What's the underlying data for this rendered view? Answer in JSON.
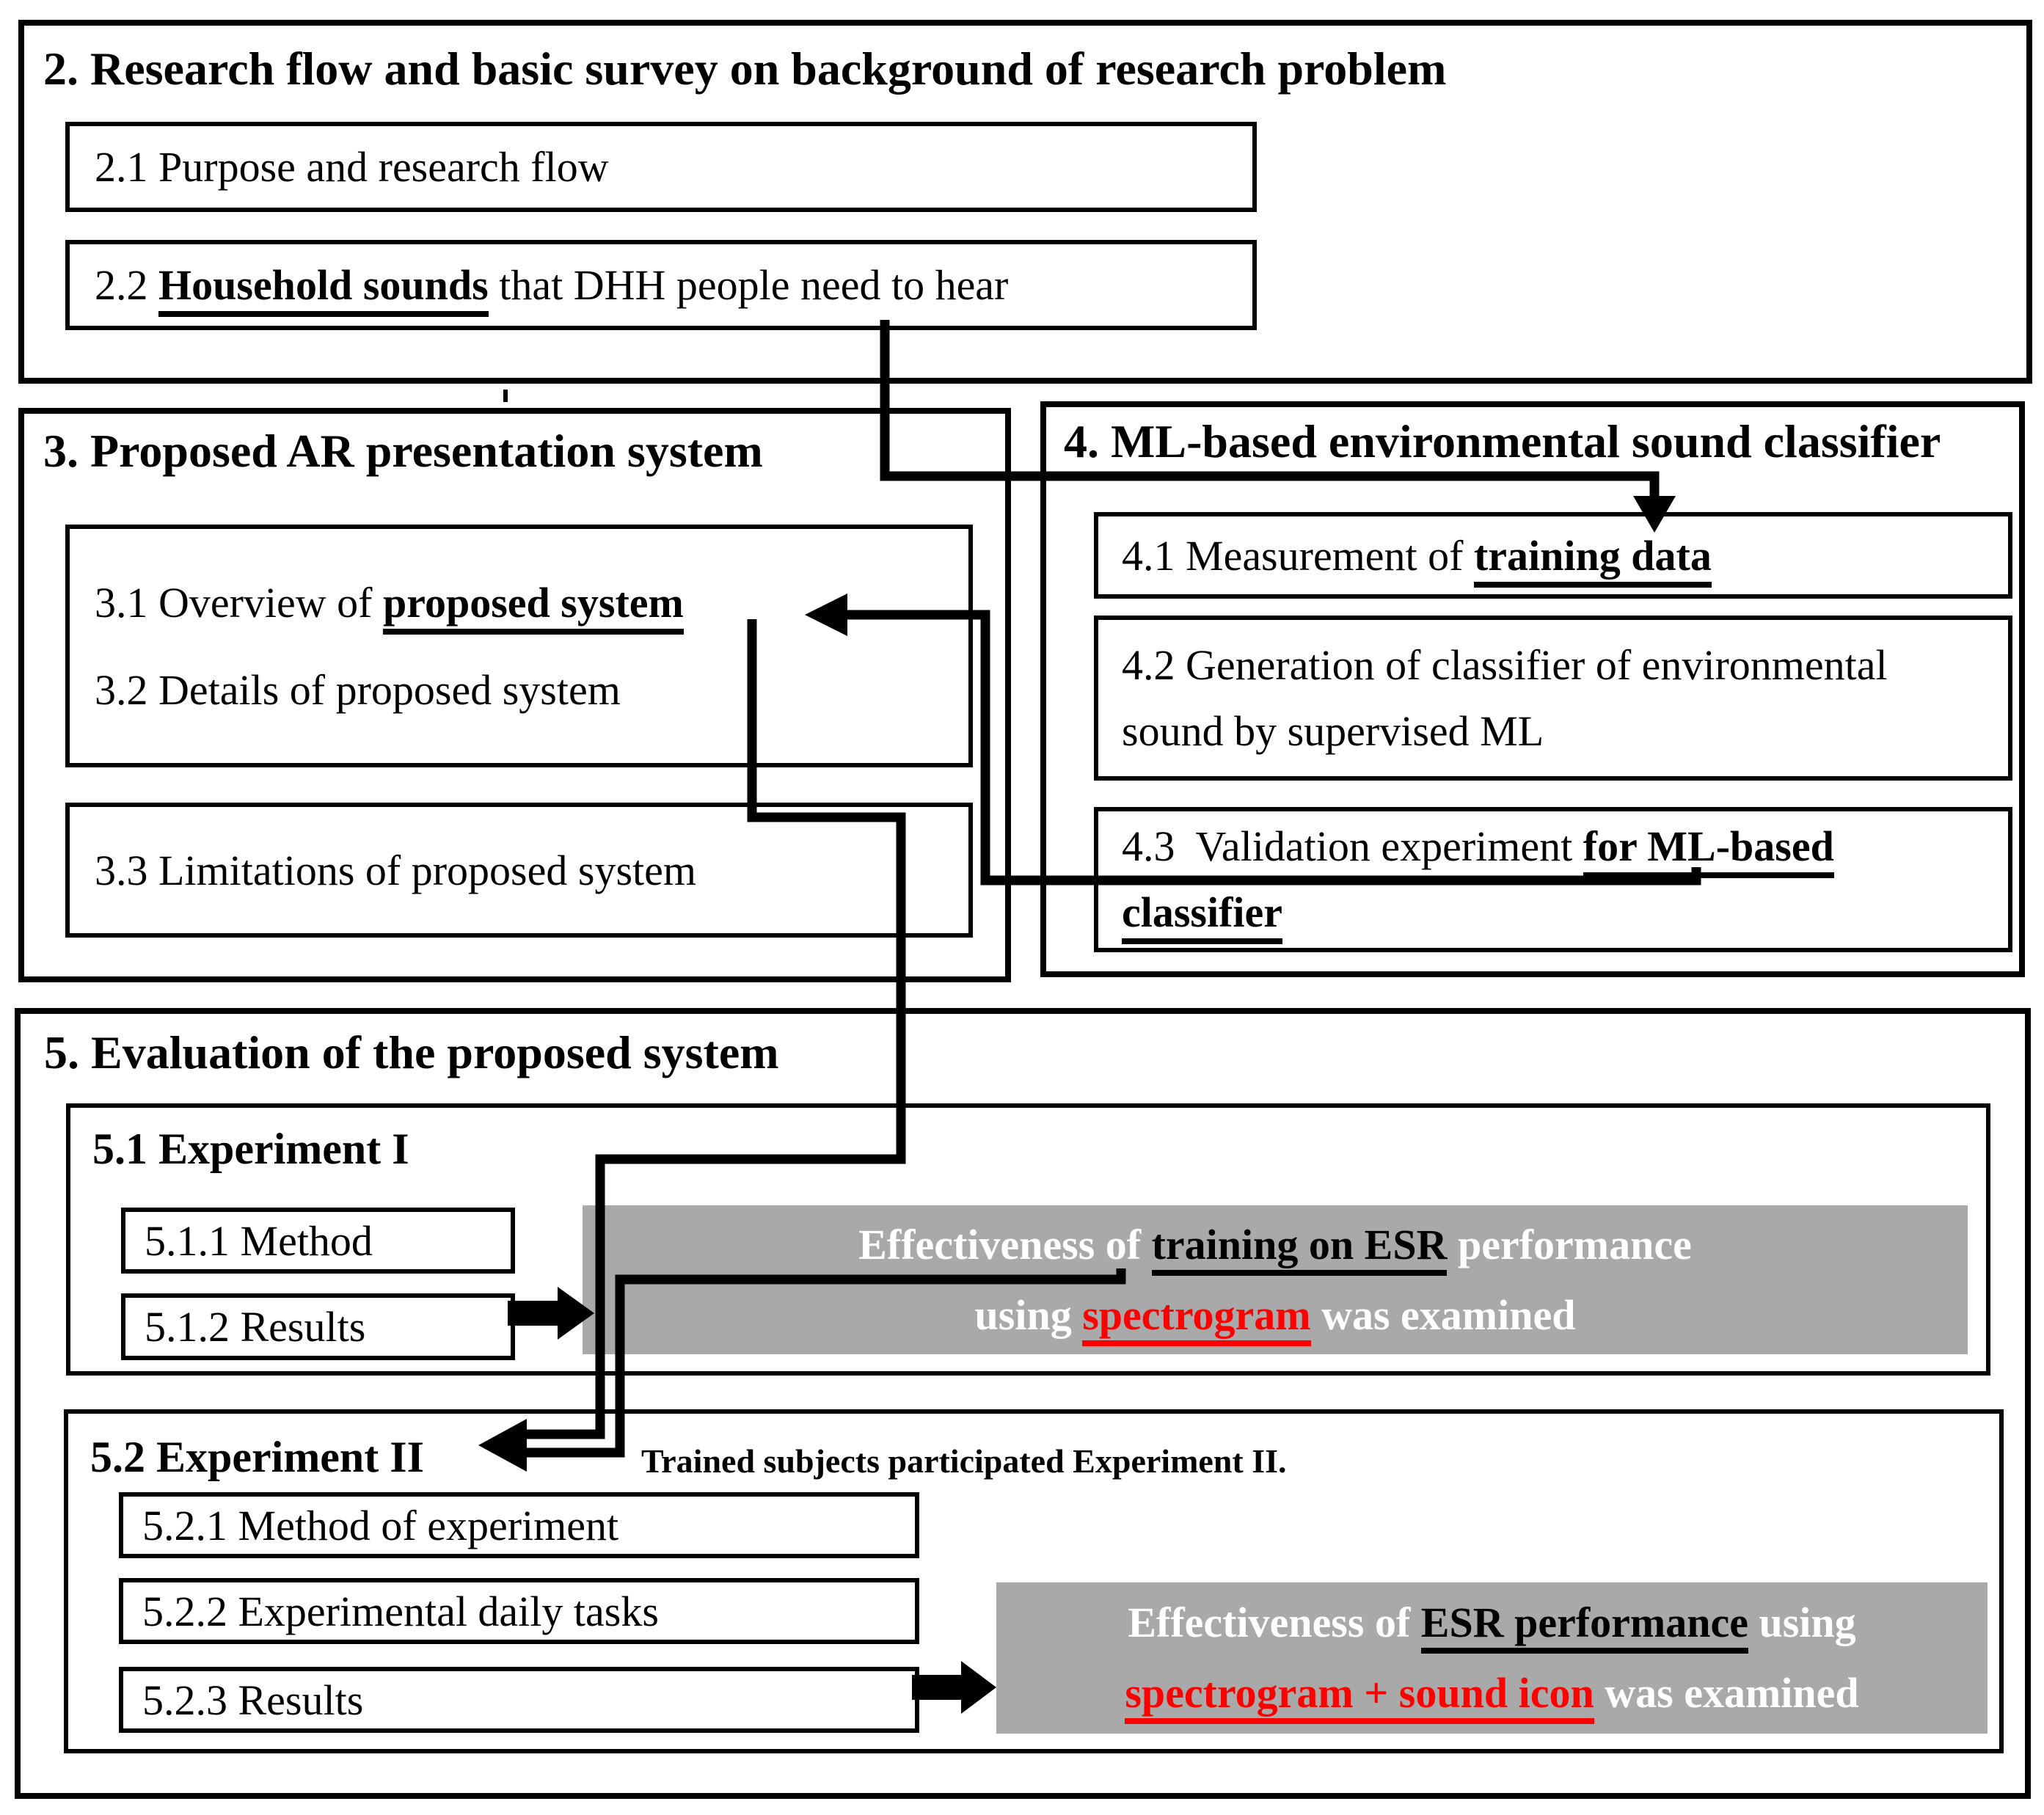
{
  "colors": {
    "gray": "#A9A9A9",
    "red": "#FF0000",
    "black": "#000000",
    "white": "#FFFFFF"
  },
  "sections": {
    "s2": {
      "title": "2. Research flow and basic survey on background of research problem",
      "b21": {
        "text": "2.1 Purpose and research flow"
      },
      "b22": {
        "pre": "2.2 ",
        "em": "Household sounds",
        "post": " that DHH people need to hear"
      }
    },
    "s3": {
      "title": "3. Proposed AR presentation system",
      "b31": {
        "pre": "3.1 Overview of ",
        "em": "proposed system"
      },
      "b32": {
        "text": "3.2 Details of proposed system"
      },
      "b33": {
        "text": "3.3 Limitations of proposed system"
      }
    },
    "s4": {
      "title": "4. ML-based environmental sound classifier",
      "b41": {
        "pre": "4.1 Measurement of ",
        "em": "training data"
      },
      "b42": {
        "line1": "4.2 Generation of classifier of environmental",
        "line2": "sound by supervised ML"
      },
      "b43": {
        "pre": "4.3  Validation experiment ",
        "em": "for ML-based",
        "em2": "classifier"
      }
    },
    "s5": {
      "title": "5. Evaluation of the proposed system",
      "exp1": {
        "title": "5.1 Experiment I",
        "b511": {
          "text": "5.1.1 Method"
        },
        "b512": {
          "text": "5.1.2 Results"
        },
        "note": {
          "w1": "Effectiveness of ",
          "em": "training on ESR",
          "w2": " performance",
          "w3": "using ",
          "red": "spectrogram",
          "w4": " was examined"
        }
      },
      "exp2": {
        "title": "5.2 Experiment II",
        "caption": "Trained subjects participated Experiment II.",
        "b521": {
          "text": "5.2.1 Method of experiment"
        },
        "b522": {
          "text": "5.2.2 Experimental daily tasks"
        },
        "b523": {
          "text": "5.2.3 Results"
        },
        "note": {
          "w1": "Effectiveness of ",
          "em": "ESR performance",
          "w2": " using",
          "red": "spectrogram + sound icon",
          "w3": " was examined"
        }
      }
    }
  }
}
